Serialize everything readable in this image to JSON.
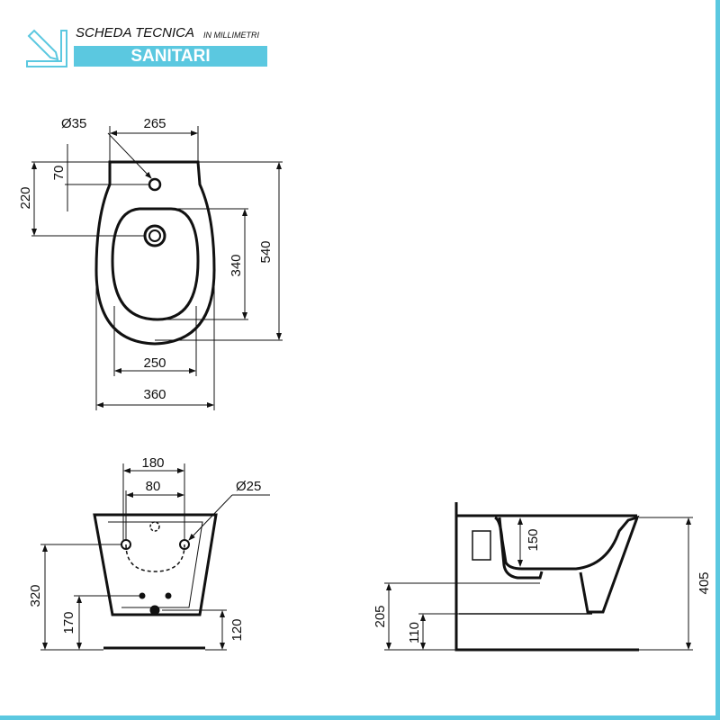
{
  "header": {
    "title": "SCHEDA TECNICA",
    "unit": "IN MILLIMETRI",
    "category": "SANITARI",
    "icon": "pencil-ruler-icon",
    "accent": "#5bc8e0"
  },
  "top_view": {
    "hole_diameter": "Ø35",
    "width_hole": "265",
    "hole_offset": "70",
    "drain_offset": "220",
    "bowl_length": "340",
    "total_length": "540",
    "bowl_width": "250",
    "total_width": "360"
  },
  "front_view": {
    "tap_spacing_outer": "180",
    "tap_spacing_inner": "80",
    "fixing_diameter": "Ø25",
    "fixing_height": "320",
    "inlet_height": "170",
    "drain_height": "120"
  },
  "side_view": {
    "bowl_depth": "150",
    "rim_height": "405",
    "pipe_height": "205",
    "outlet_height": "110"
  }
}
